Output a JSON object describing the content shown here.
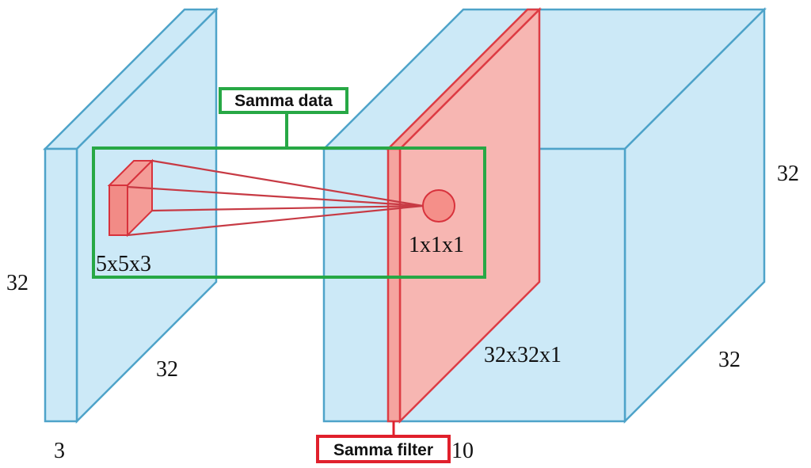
{
  "labels": {
    "input_height": "32",
    "input_width": "32",
    "input_depth": "3",
    "kernel_size": "5x5x3",
    "neuron_size": "1x1x1",
    "output_slice": "32x32x1",
    "output_height": "32",
    "output_width": "32",
    "output_depth": "10"
  },
  "tags": {
    "shared_data": "Samma data",
    "shared_filter": "Samma filter"
  },
  "colors": {
    "volume_fill": "#cce9f7",
    "volume_stroke": "#4ea3c9",
    "slice_fill": "#f7b6b2",
    "slice_stroke": "#dd3c44",
    "green_accent": "#27a845",
    "red_accent": "#e0202c"
  }
}
